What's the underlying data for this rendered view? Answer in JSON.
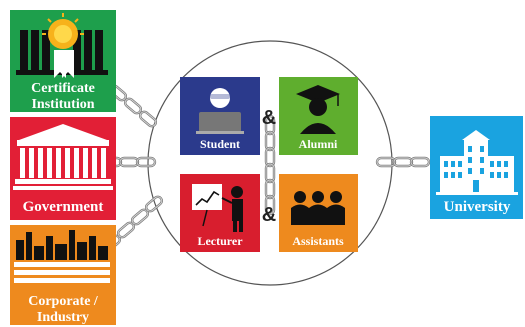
{
  "nodes": {
    "certificate": {
      "line1": "Certificate",
      "line2": "Institution",
      "color": "#1e9f4c"
    },
    "government": {
      "label": "Government",
      "color": "#e21f36"
    },
    "corporate": {
      "line1": "Corporate /",
      "line2": "Industry",
      "color": "#ee8a1e"
    },
    "university": {
      "label": "University",
      "color": "#1aa3e0"
    }
  },
  "hub": {
    "student": {
      "label": "Student",
      "color": "#2b3a8c"
    },
    "alumni": {
      "label": "Alumni",
      "color": "#5fae2e"
    },
    "lecturer": {
      "label": "Lecturer",
      "color": "#d81e2e"
    },
    "assistants": {
      "label": "Assistants",
      "color": "#ee8a1e"
    },
    "amp_top": "&",
    "amp_bottom": "&"
  },
  "chain_color": "#8a8a8a"
}
